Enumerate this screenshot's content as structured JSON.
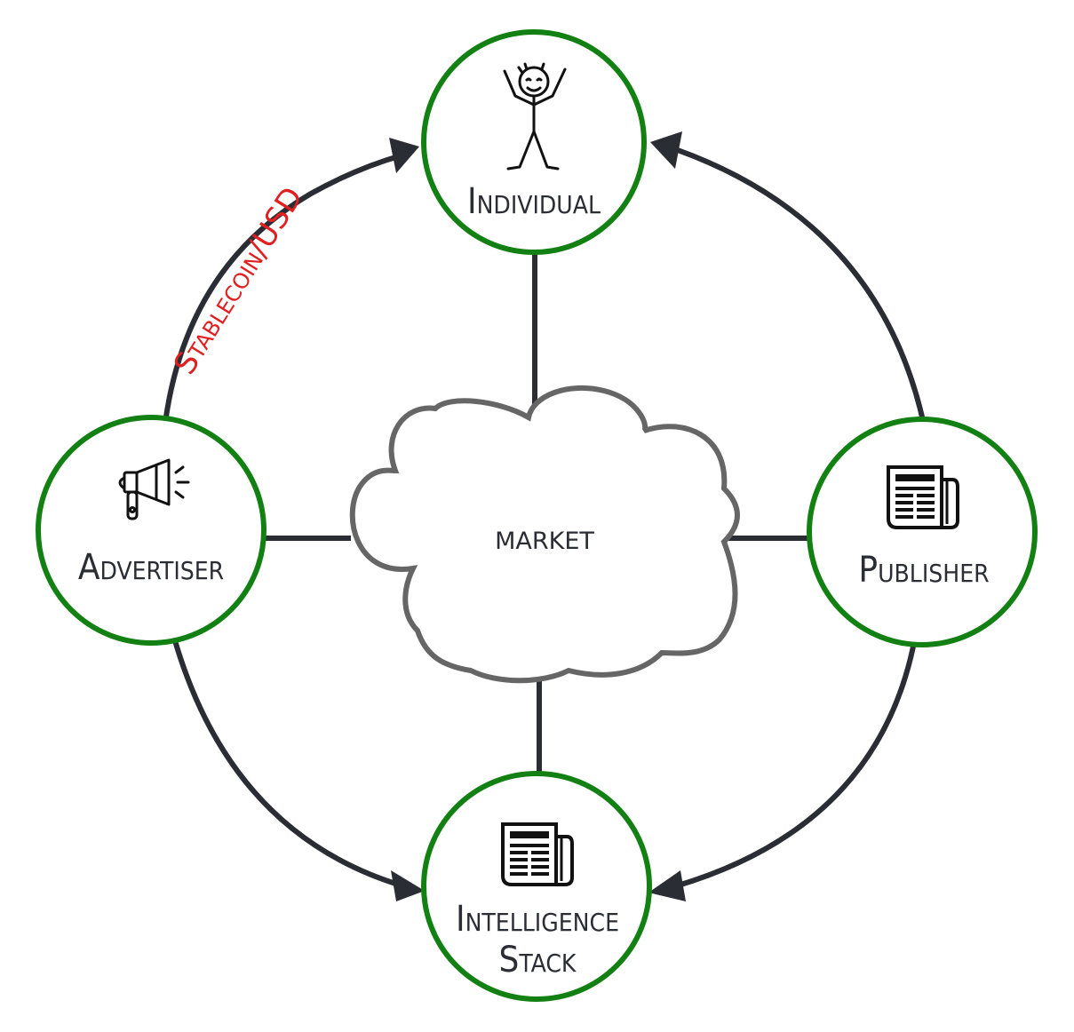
{
  "diagram": {
    "center": {
      "label": "market"
    },
    "nodes": {
      "individual": {
        "label": "Individual",
        "icon": "stick-figure-icon"
      },
      "advertiser": {
        "label": "Advertiser",
        "icon": "megaphone-icon"
      },
      "publisher": {
        "label": "Publisher",
        "icon": "newspaper-icon"
      },
      "intelligence": {
        "label_line1": "Intelligence",
        "label_line2": "Stack",
        "icon": "newspaper-icon"
      }
    },
    "edges": {
      "advertiser_to_individual": {
        "label": "Stablecoin/USD"
      }
    },
    "colors": {
      "node_ring": "#138013",
      "line": "#2a2d33",
      "cloud": "#666666",
      "edge_label": "#e02020"
    }
  }
}
